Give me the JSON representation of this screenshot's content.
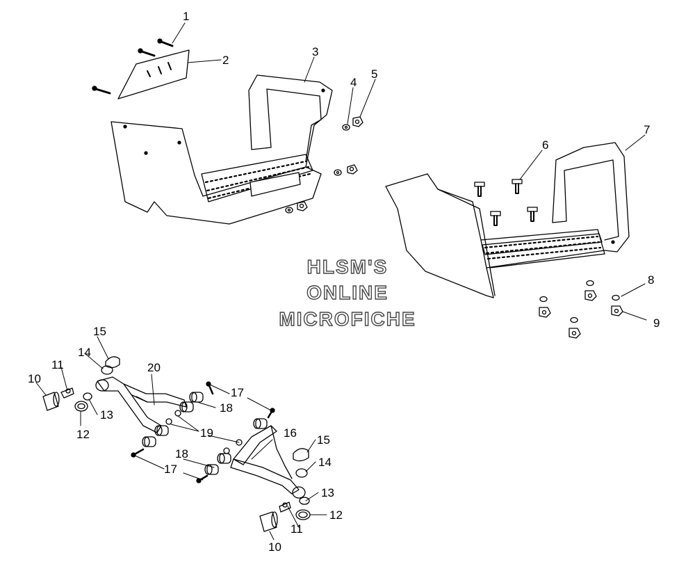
{
  "watermark": {
    "line1": "HLSM'S",
    "line2": "ONLINE",
    "line3": "MICROFICHE"
  },
  "callouts": {
    "c1": "1",
    "c2": "2",
    "c3": "3",
    "c4": "4",
    "c5": "5",
    "c6": "6",
    "c7": "7",
    "c8": "8",
    "c9": "9",
    "c10a": "10",
    "c11a": "11",
    "c12a": "12",
    "c13a": "13",
    "c14a": "14",
    "c15a": "15",
    "c16": "16",
    "c17a": "17",
    "c18a": "18",
    "c19": "19",
    "c20": "20",
    "c15b": "15",
    "c14b": "14",
    "c13b": "13",
    "c12b": "12",
    "c11b": "11",
    "c10b": "10",
    "c17b": "17",
    "c18b": "18"
  }
}
